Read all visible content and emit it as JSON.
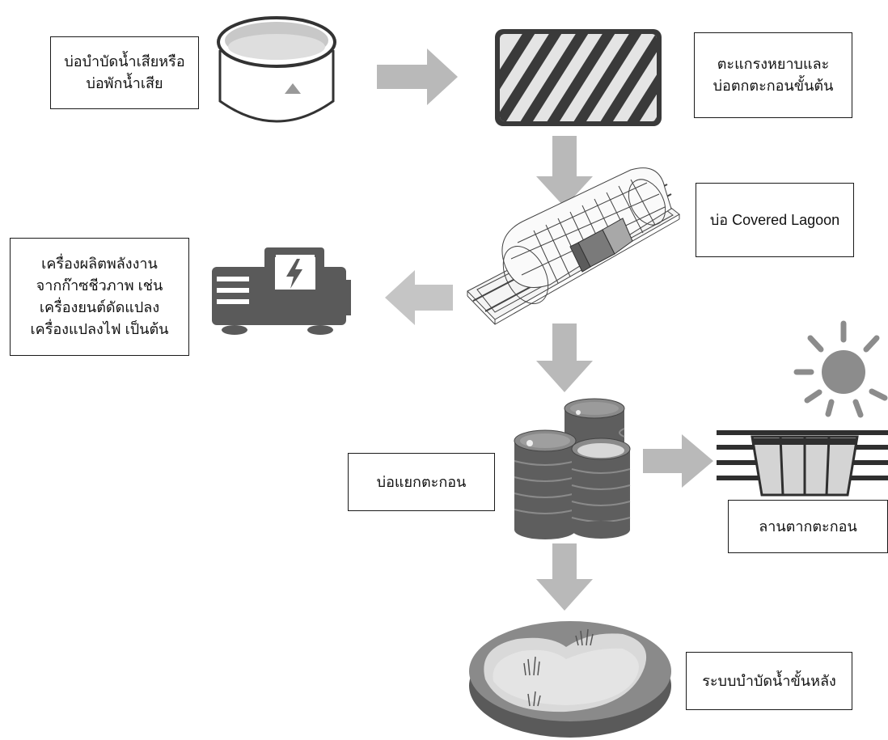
{
  "labels": {
    "wastewater_pond": "บ่อบำบัดน้ำเสียหรือ\nบ่อพักน้ำเสีย",
    "screen_grit": "ตะแกรงหยาบและ\nบ่อตกตะกอนขั้นต้น",
    "covered_lagoon": "บ่อ Covered Lagoon",
    "generator": "เครื่องผลิตพลังงาน\nจากก๊าซชีวภาพ เช่น\nเครื่องยนต์ดัดแปลง\nเครื่องแปลงไฟ เป็นต้น",
    "sediment_separation": "บ่อแยกตะกอน",
    "sludge_drying": "ลานตากตะกอน",
    "post_treatment": "ระบบบำบัดน้ำขั้นหลัง"
  },
  "colors": {
    "arrow": "#b9b9b9",
    "dark": "#5a5a5a",
    "mid": "#8c8c8c",
    "light": "#d6d6d6",
    "outline": "#333333"
  },
  "icons": [
    "tank-icon",
    "screen-grate-icon",
    "covered-lagoon-icon",
    "generator-icon",
    "barrels-icon",
    "drying-bed-icon",
    "sun-icon",
    "pond-icon"
  ]
}
